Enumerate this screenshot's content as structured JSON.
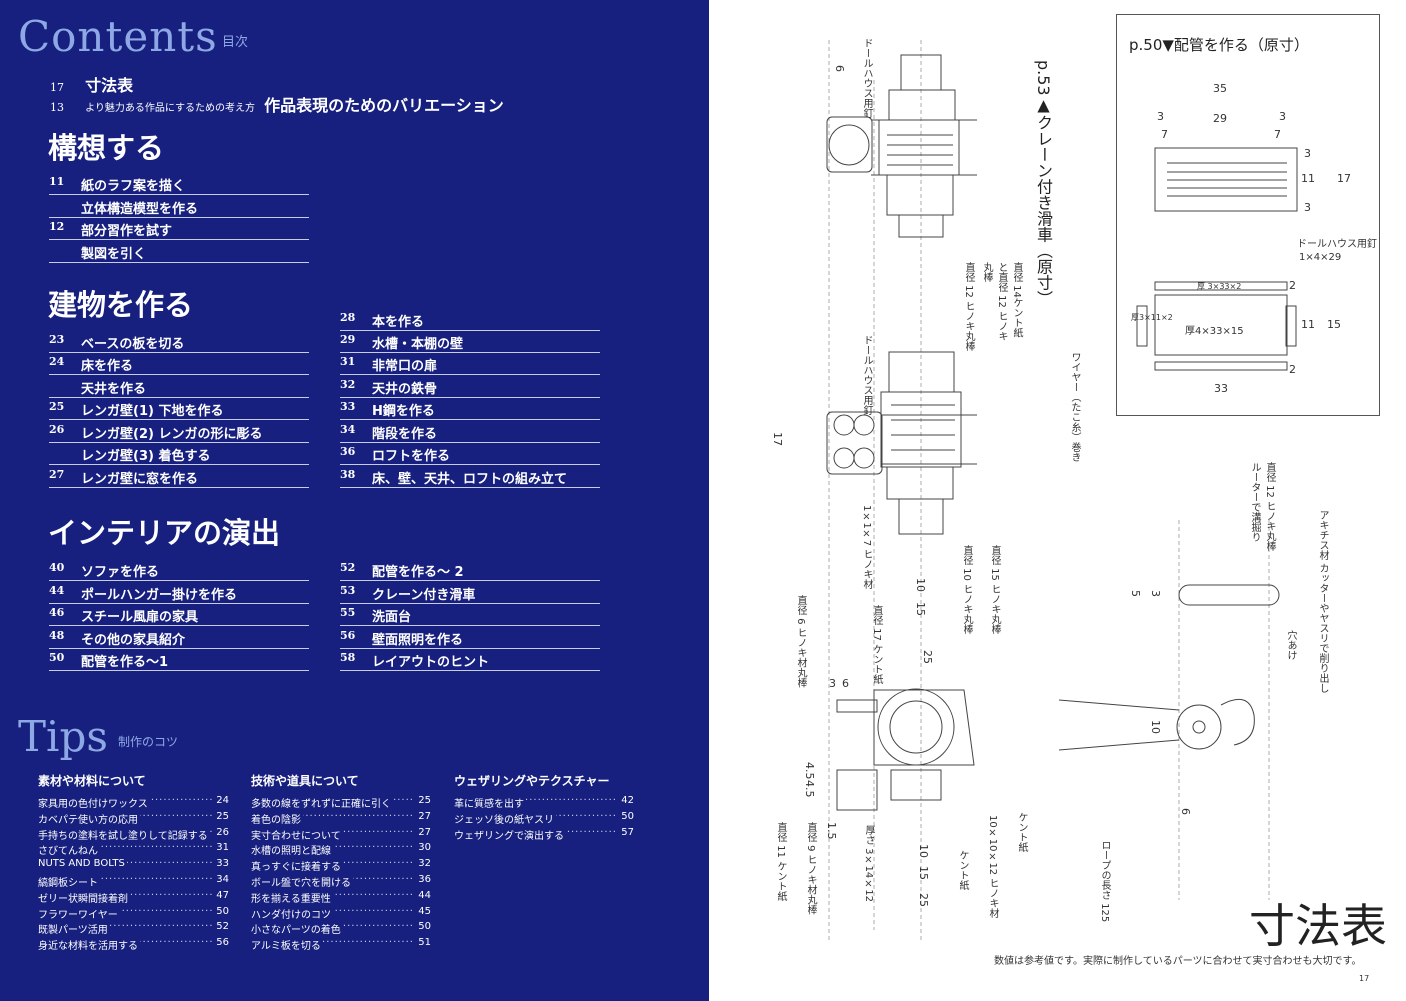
{
  "contents": {
    "title": "Contents",
    "subtitle": "目次"
  },
  "top_items": [
    {
      "num": "17",
      "small": "",
      "title": "寸法表"
    },
    {
      "num": "13",
      "small": "より魅力ある作品にするための考え方",
      "title": "作品表現のためのバリエーション"
    }
  ],
  "sections": {
    "kouso": {
      "title": "構想する",
      "items": [
        {
          "num": "11",
          "title": "紙のラフ案を描く"
        },
        {
          "num": "",
          "title": "立体構造模型を作る"
        },
        {
          "num": "12",
          "title": "部分習作を試す"
        },
        {
          "num": "",
          "title": "製図を引く"
        }
      ]
    },
    "tatemono": {
      "title": "建物を作る",
      "left_items": [
        {
          "num": "23",
          "title": "ベースの板を切る"
        },
        {
          "num": "24",
          "title": "床を作る"
        },
        {
          "num": "",
          "title": "天井を作る"
        },
        {
          "num": "25",
          "title": "レンガ壁(1) 下地を作る"
        },
        {
          "num": "26",
          "title": "レンガ壁(2) レンガの形に彫る"
        },
        {
          "num": "",
          "title": "レンガ壁(3) 着色する"
        },
        {
          "num": "27",
          "title": "レンガ壁に窓を作る"
        }
      ],
      "right_items": [
        {
          "num": "28",
          "title": "本を作る"
        },
        {
          "num": "29",
          "title": "水槽・本棚の壁"
        },
        {
          "num": "31",
          "title": "非常口の扉"
        },
        {
          "num": "32",
          "title": "天井の鉄骨"
        },
        {
          "num": "33",
          "title": "H鋼を作る"
        },
        {
          "num": "34",
          "title": "階段を作る"
        },
        {
          "num": "36",
          "title": "ロフトを作る"
        },
        {
          "num": "38",
          "title": "床、壁、天井、ロフトの組み立て"
        }
      ]
    },
    "interior": {
      "title": "インテリアの演出",
      "left_items": [
        {
          "num": "40",
          "title": "ソファを作る"
        },
        {
          "num": "44",
          "title": "ポールハンガー掛けを作る"
        },
        {
          "num": "46",
          "title": "スチール風扉の家具"
        },
        {
          "num": "48",
          "title": "その他の家具紹介"
        },
        {
          "num": "50",
          "title": "配管を作る～1"
        }
      ],
      "right_items": [
        {
          "num": "52",
          "title": "配管を作る～ 2"
        },
        {
          "num": "53",
          "title": "クレーン付き滑車"
        },
        {
          "num": "55",
          "title": "洗面台"
        },
        {
          "num": "56",
          "title": "壁面照明を作る"
        },
        {
          "num": "58",
          "title": "レイアウトのヒント"
        }
      ]
    }
  },
  "tips": {
    "title": "Tips",
    "subtitle": "制作のコツ",
    "columns": [
      {
        "heading": "素材や材料について",
        "items": [
          {
            "label": "家具用の色付けワックス",
            "page": "24"
          },
          {
            "label": "カベパテ使い方の応用",
            "page": "25"
          },
          {
            "label": "手持ちの塗料を試し塗りして記録する",
            "page": "26"
          },
          {
            "label": "さびてんねん",
            "page": "31"
          },
          {
            "label": "NUTS AND BOLTS",
            "page": "33"
          },
          {
            "label": "縞鋼板シート",
            "page": "34"
          },
          {
            "label": "ゼリー状瞬間接着剤",
            "page": "47"
          },
          {
            "label": "フラワーワイヤー",
            "page": "50"
          },
          {
            "label": "既製パーツ活用",
            "page": "52"
          },
          {
            "label": "身近な材料を活用する",
            "page": "56"
          }
        ]
      },
      {
        "heading": "技術や道具について",
        "items": [
          {
            "label": "多数の線をずれずに正確に引く",
            "page": "25"
          },
          {
            "label": "着色の陰影",
            "page": "27"
          },
          {
            "label": "実寸合わせについて",
            "page": "27"
          },
          {
            "label": "水槽の照明と配線",
            "page": "30"
          },
          {
            "label": "真っすぐに接着する",
            "page": "32"
          },
          {
            "label": "ボール盤で穴を開ける",
            "page": "36"
          },
          {
            "label": "形を揃える重要性",
            "page": "44"
          },
          {
            "label": "ハンダ付けのコツ",
            "page": "45"
          },
          {
            "label": "小さなパーツの着色",
            "page": "50"
          },
          {
            "label": "アルミ板を切る",
            "page": "51"
          }
        ]
      },
      {
        "heading": "ウェザリングやテクスチャー",
        "items": [
          {
            "label": "革に質感を出す",
            "page": "42"
          },
          {
            "label": "ジェッソ後の紙ヤスリ",
            "page": "50"
          },
          {
            "label": "ウェザリングで演出する",
            "page": "57"
          }
        ]
      }
    ]
  },
  "right_page": {
    "box_title": "p.50▼配管を作る（原寸）",
    "box_dims": {
      "d35": "35",
      "d29": "29",
      "d3a": "3",
      "d3b": "3",
      "d7a": "7",
      "d7b": "7",
      "d3c": "3",
      "d11": "11",
      "d17": "17",
      "d3d": "3",
      "d2a": "2",
      "d2b": "2",
      "d33": "33"
    },
    "box_labels": {
      "nail": "ドールハウス用釘",
      "nail_size": "1×4×29",
      "thick1": "厚 3×33×2",
      "thick2": "厚4×33×15",
      "thick3": "厚3×11×2",
      "d11b": "11",
      "d15": "15"
    },
    "crane_title": "p.53▲クレーン付き滑車（原寸）",
    "labels": {
      "nail_top": "ドールハウス用釘",
      "nail_mid": "ドールハウス用釘",
      "hinoki12": "直径 12 ヒノキ丸棒",
      "kent14": "直径 14ケント紙と直径 12 ヒノキ丸棒",
      "wire": "ワイヤー（たこ糸）巻き",
      "hinoki1x7": "1×1×7 ヒノキ材",
      "hinoki10": "直径 10 ヒノキ丸棒",
      "hinoki15": "直径 15 ヒノキ丸棒",
      "hinoki6": "直径 6 ヒノキ材丸棒",
      "kent17": "直径 17 ケント紙",
      "router": "直径 12 ヒノキ丸棒 ルーターで溝掘り",
      "akitsu": "アキチス材 カッターやヤスリで削り出し",
      "ana": "穴あけ",
      "kent11": "直径 11 ケント紙",
      "hinoki9": "直径 9 ヒノキ材丸棒",
      "thick3x14x12": "厚さ 3×14×12",
      "kent": "ケント紙",
      "hinoki10x10x12": "10×10×12 ヒノキ材",
      "kent_b": "ケント紙",
      "rope": "ロープの長さ 125"
    },
    "dims": {
      "d6": "6",
      "d17": "17",
      "d15": "15",
      "d10": "10",
      "d25": "25",
      "d3": "3",
      "d6b": "6",
      "d45a": "4.5",
      "d45b": "4.5",
      "d15b": "1.5",
      "d15c": "15",
      "d10b": "10",
      "d25b": "25",
      "d10c": "10",
      "d5": "5",
      "d3b": "3",
      "d6c": "6"
    },
    "big_title": "寸法表",
    "footnote": "数値は参考値です。実際に制作しているパーツに合わせて実寸合わせも大切です。",
    "page_number": "17"
  }
}
